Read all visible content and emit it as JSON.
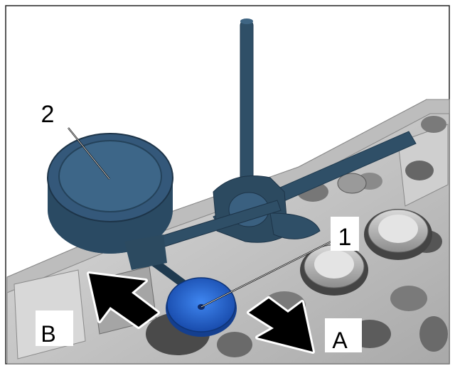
{
  "figure": {
    "callouts": {
      "label_1": "1",
      "label_2": "2"
    },
    "arrows": {
      "label_A": "A",
      "label_B": "B"
    },
    "colors": {
      "indicator": "#2f4f67",
      "indicator_dark": "#1f3a4f",
      "contact_point": "#1f5fcc",
      "head_gray": "#c8c8c8",
      "head_dark": "#5a5a5a",
      "arrow_fill": "#000000"
    },
    "parts": {
      "dial_indicator_icon": "dial-gauge-icon",
      "stand_icon": "magnetic-stand-icon",
      "contact_icon": "measuring-tip-icon"
    }
  }
}
